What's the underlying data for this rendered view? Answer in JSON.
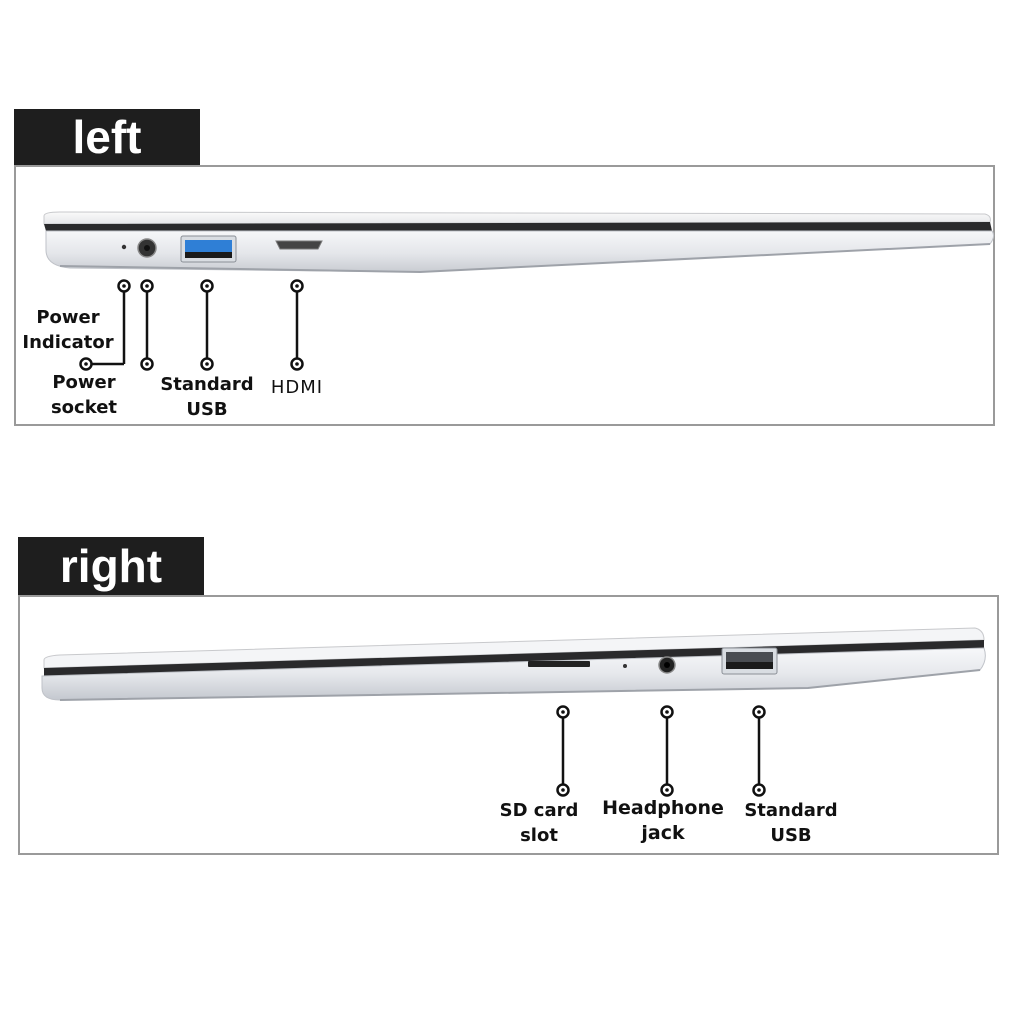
{
  "sections": {
    "left": {
      "tag": "left",
      "callouts": {
        "power_indicator": "Power\nIndicator",
        "power_socket": "Power\nsocket",
        "standard_usb": "Standard\nUSB",
        "hdmi": "HDMI"
      }
    },
    "right": {
      "tag": "right",
      "callouts": {
        "sd_card_slot": "SD card\nslot",
        "headphone_jack": "Headphone\njack",
        "standard_usb": "Standard\nUSB"
      }
    }
  },
  "colors": {
    "tag_background": "#1e1e1e",
    "frame_border": "#9a9a9a",
    "laptop_body": "#e8eaee",
    "usb3_port": "#2f7fd6"
  },
  "icons": [
    "power-indicator-led",
    "power-socket-icon",
    "usb3-port-icon",
    "hdmi-port-icon",
    "sd-slot-icon",
    "headphone-jack-icon",
    "usb-port-icon",
    "callout-dot-icon"
  ]
}
